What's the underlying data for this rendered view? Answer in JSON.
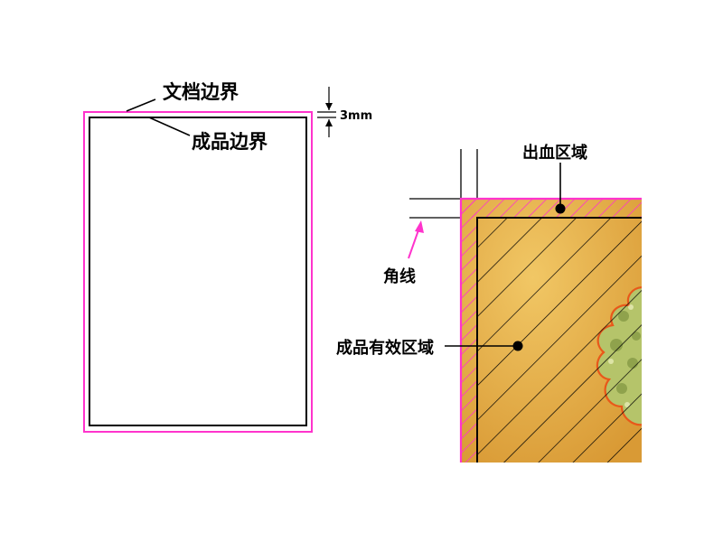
{
  "labels": {
    "document_border": "文档边界",
    "finished_border": "成品边界",
    "bleed_size": "3mm",
    "bleed_area": "出血区域",
    "corner_line": "角线",
    "effective_area": "成品有效区域"
  },
  "colors": {
    "bleed_border": "#ff33cc",
    "arrow": "#ff33cc",
    "artwork_fill": "#e6b04a",
    "hatch": "#000000",
    "foliage": "#b5c46a",
    "foliage_outline": "#e8581a"
  },
  "icons": {
    "bleed_dimension_arrows": "dimension-arrows-icon",
    "corner_arrow": "arrow-up-right-icon",
    "callout_dot": "dot-icon"
  }
}
